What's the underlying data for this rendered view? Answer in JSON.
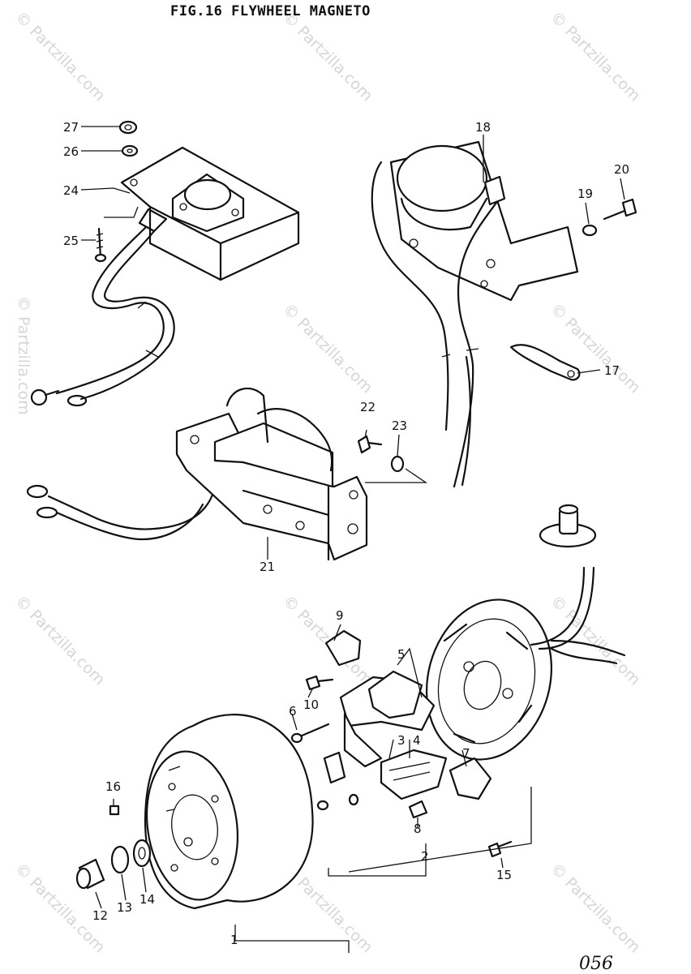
{
  "title": "FIG.16  FLYWHEEL MAGNETO",
  "page_number": "056",
  "watermark": "© Partzilla.com",
  "callouts": {
    "c1": "1",
    "c2": "2",
    "c3": "3",
    "c4": "4",
    "c5": "5",
    "c6": "6",
    "c7": "7",
    "c8": "8",
    "c9": "9",
    "c10": "10",
    "c12": "12",
    "c13": "13",
    "c14": "14",
    "c15": "15",
    "c16": "16",
    "c17": "17",
    "c18": "18",
    "c19": "19",
    "c20": "20",
    "c21": "21",
    "c22": "22",
    "c23": "23",
    "c24": "24",
    "c25": "25",
    "c26": "26",
    "c27": "27"
  }
}
